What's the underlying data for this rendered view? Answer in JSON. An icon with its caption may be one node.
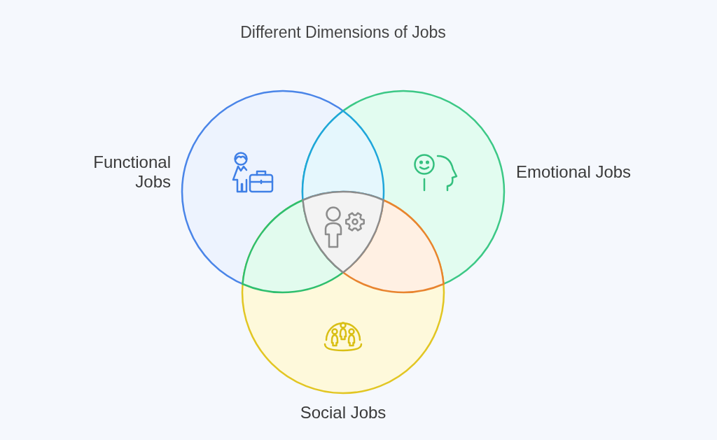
{
  "diagram": {
    "title": "Different Dimensions of Jobs",
    "nodes": [
      {
        "text": [
          "Functional Jobs"
        ]
      },
      {
        "text": [
          "Emotional Jobs"
        ]
      },
      {
        "text": [
          "Social Jobs"
        ]
      }
    ]
  }
}
